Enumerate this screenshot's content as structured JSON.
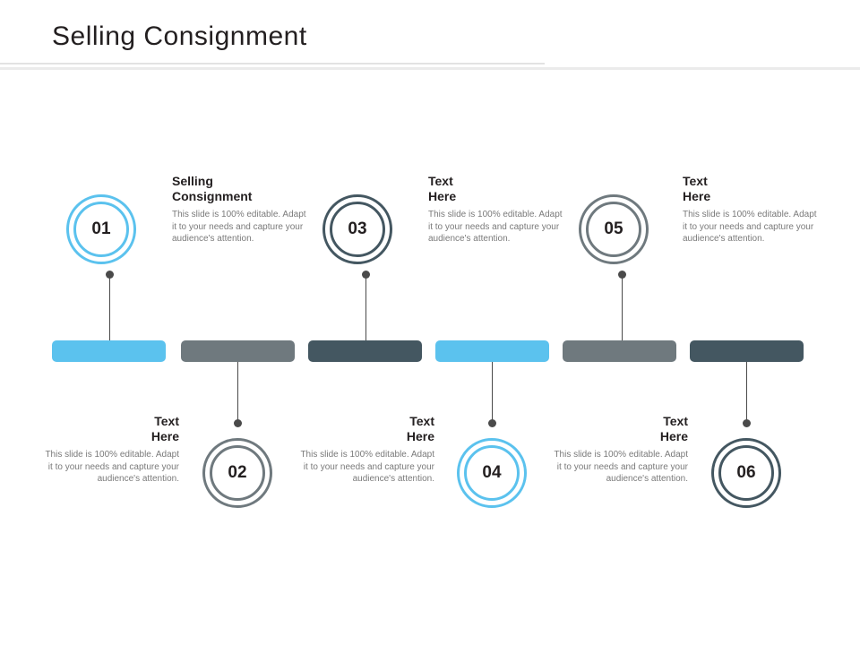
{
  "slide": {
    "title": "Selling Consignment",
    "body_text": "This slide is 100% editable. Adapt it to your needs and capture your audience's attention."
  },
  "colors": {
    "light_blue": "#5BC2EE",
    "gray": "#6F797E",
    "slate": "#445761",
    "text_dark": "#231F20",
    "text_body": "#7A7A7A",
    "divider": "#E2E2E2"
  },
  "items": [
    {
      "number": "01",
      "heading": "Selling Consignment",
      "body": "This slide is 100% editable. Adapt it to your needs and capture your audience's attention.",
      "color": "light_blue",
      "row": "top"
    },
    {
      "number": "02",
      "heading": "Text Here",
      "body": "This slide is 100% editable. Adapt it to your needs and capture your audience's attention.",
      "color": "gray",
      "row": "bottom"
    },
    {
      "number": "03",
      "heading": "Text Here",
      "body": "This slide is 100% editable. Adapt it to your needs and capture your audience's attention.",
      "color": "slate",
      "row": "top"
    },
    {
      "number": "04",
      "heading": "Text Here",
      "body": "This slide is 100% editable. Adapt it to your needs and capture your audience's attention.",
      "color": "light_blue",
      "row": "bottom"
    },
    {
      "number": "05",
      "heading": "Text Here",
      "body": "This slide is 100% editable. Adapt it to your needs and capture your audience's attention.",
      "color": "gray",
      "row": "top"
    },
    {
      "number": "06",
      "heading": "Text Here",
      "body": "This slide is 100% editable. Adapt it to your needs and capture your audience's attention.",
      "color": "slate",
      "row": "bottom"
    }
  ],
  "headings": {
    "h1_line1": "Selling",
    "h1_line2": "Consignment",
    "h_line1": "Text",
    "h_line2": "Here"
  },
  "bars": [
    {
      "color": "light_blue"
    },
    {
      "color": "gray"
    },
    {
      "color": "slate"
    },
    {
      "color": "light_blue"
    },
    {
      "color": "gray"
    },
    {
      "color": "slate"
    }
  ]
}
